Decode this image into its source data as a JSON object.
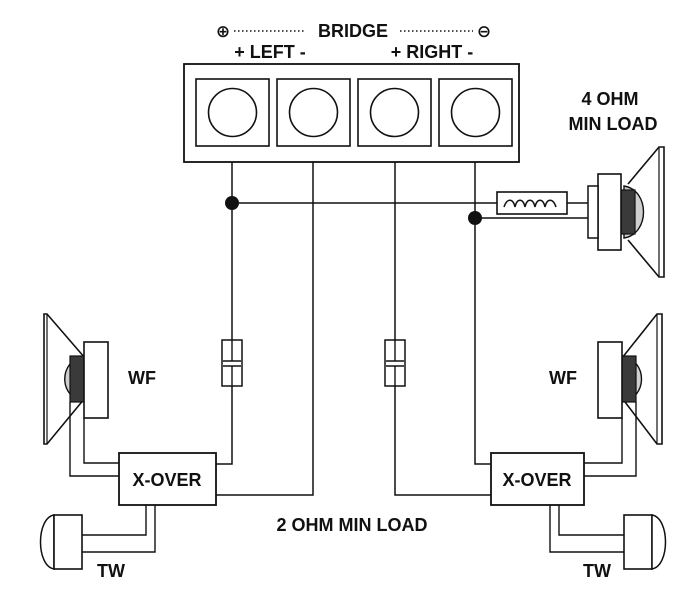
{
  "terminal": {
    "plus_symbol": "⊕",
    "minus_symbol": "⊖",
    "bridge_label": "BRIDGE",
    "left_label": "+ LEFT -",
    "right_label": "+ RIGHT -"
  },
  "loads": {
    "four_ohm_line1": "4 OHM",
    "four_ohm_line2": "MIN LOAD",
    "two_ohm": "2 OHM MIN LOAD"
  },
  "components": {
    "woofer_label": "WF",
    "crossover_label": "X-OVER",
    "tweeter_label": "TW"
  },
  "colors": {
    "line": "#111111",
    "magnet": "#3a3a3a",
    "magnet_ring": "#cfcfcf",
    "background": "#ffffff"
  }
}
